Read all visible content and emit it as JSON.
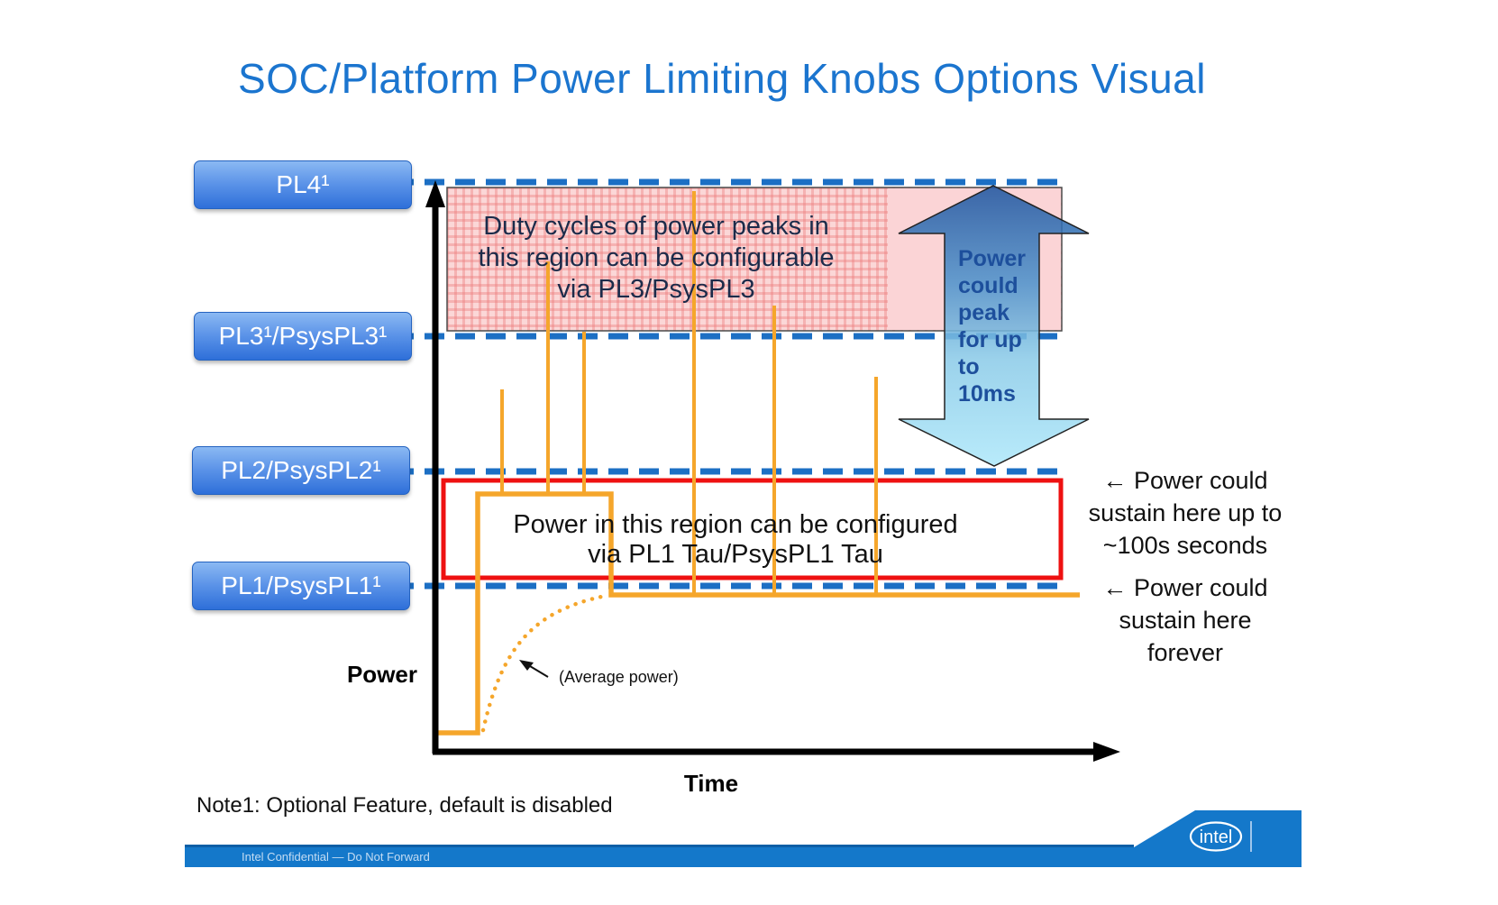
{
  "title": "SOC/Platform Power Limiting Knobs Options Visual",
  "labels": {
    "pl4": "PL4¹",
    "pl3": "PL3¹/PsysPL3¹",
    "pl2": "PL2/PsysPL2¹",
    "pl1": "PL1/PsysPL1¹"
  },
  "pink_region": {
    "lines": [
      "Duty cycles of power peaks in",
      "this region can be configurable",
      "via PL3/PsysPL3"
    ]
  },
  "peak_arrow": {
    "lines": [
      "Power",
      "could",
      "peak",
      "for up",
      "to",
      "10ms"
    ]
  },
  "red_box": {
    "lines": [
      "Power in this region can be configured",
      "via PL1 Tau/PsysPL1 Tau"
    ]
  },
  "right_notes": {
    "pl2_note": {
      "lines": [
        "← Power could",
        "sustain here up to",
        "~100s seconds"
      ]
    },
    "pl1_note": {
      "lines": [
        "← Power could",
        "sustain here",
        "forever"
      ]
    }
  },
  "axes": {
    "y_label": "Power",
    "x_label": "Time"
  },
  "average_power_label": "(Average power)",
  "footnote": "Note1: Optional Feature, default is disabled",
  "footer": {
    "confidential": "Intel Confidential —  Do Not Forward",
    "logo_text": "intel"
  },
  "colors": {
    "title_blue": "#1B75CF",
    "dashed_line_blue": "#1C6FC4",
    "label_box_blue": "#2E6FD9",
    "pink_fill": "#FBD7D7",
    "red_border": "#EE1111",
    "orange_trace": "#F5A62B",
    "arrow_text_blue": "#1D4F9C",
    "footer_bar_blue": "#1478CA"
  }
}
